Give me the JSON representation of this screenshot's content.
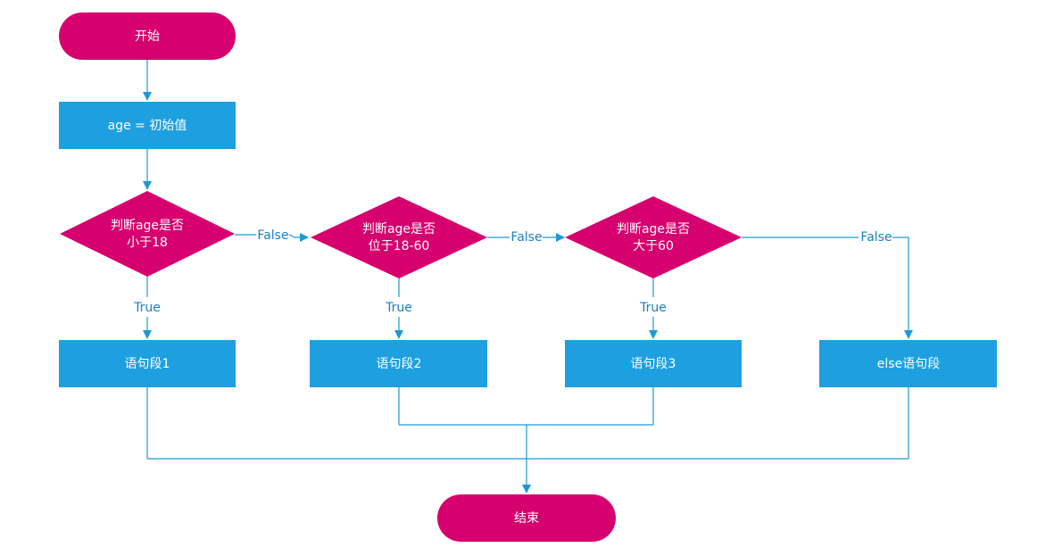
{
  "colors": {
    "terminal": "#d6006e",
    "process": "#1ea0e0",
    "decision": "#d6006e",
    "edge": "#1a9ad6",
    "label": "#1a7fbf"
  },
  "nodes": {
    "start": {
      "label": "开始"
    },
    "init": {
      "label": "age = 初始值"
    },
    "dec1": {
      "line1": "判断age是否",
      "line2": "小于18"
    },
    "dec2": {
      "line1": "判断age是否",
      "line2": "位于18-60"
    },
    "dec3": {
      "line1": "判断age是否",
      "line2": "大于60"
    },
    "stmt1": {
      "label": "语句段1"
    },
    "stmt2": {
      "label": "语句段2"
    },
    "stmt3": {
      "label": "语句段3"
    },
    "stmtElse": {
      "label": "else语句段"
    },
    "end": {
      "label": "结束"
    }
  },
  "edges": {
    "dec1_true": "True",
    "dec2_true": "True",
    "dec3_true": "True",
    "dec1_false": "False",
    "dec2_false": "False",
    "dec3_false": "False"
  }
}
